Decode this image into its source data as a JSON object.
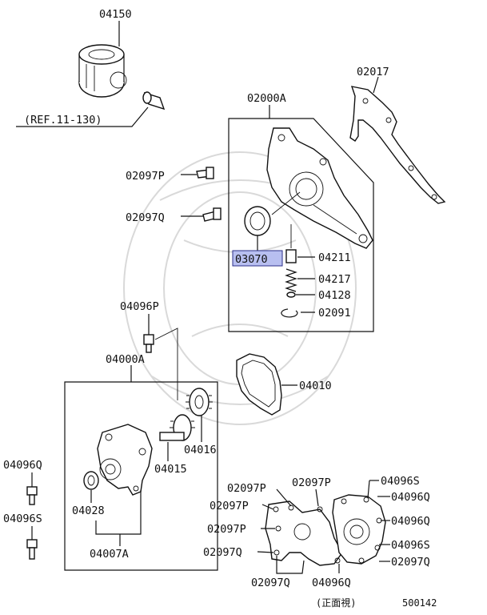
{
  "labels": {
    "p04150": "04150",
    "ref": "(REF.11-130)",
    "p02017": "02017",
    "p02000A": "02000A",
    "p02097P_1": "02097P",
    "p02097Q_1": "02097Q",
    "p03070": "03070",
    "p04211": "04211",
    "p04217": "04217",
    "p04128": "04128",
    "p02091": "02091",
    "p04096P": "04096P",
    "p04000A": "04000A",
    "p04010": "04010",
    "p04016": "04016",
    "p04015": "04015",
    "p04096Q_left": "04096Q",
    "p04028": "04028",
    "p04096S_left": "04096S",
    "p04007A": "04007A",
    "b02097P_a": "02097P",
    "b02097P_b": "02097P",
    "b02097P_c": "02097P",
    "b02097P_d": "02097P",
    "b02097Q_a": "02097Q",
    "b02097Q_b": "02097Q",
    "b04096S_a": "04096S",
    "b04096Q_a": "04096Q",
    "b04096Q_b": "04096Q",
    "b04096S_b": "04096S",
    "b02097Q_c": "02097Q",
    "b04096Q_c": "04096Q",
    "front_view": "(正面視)",
    "diagram_no": "500142"
  },
  "highlight": {
    "part": "03070",
    "color": "#b8bff0"
  }
}
